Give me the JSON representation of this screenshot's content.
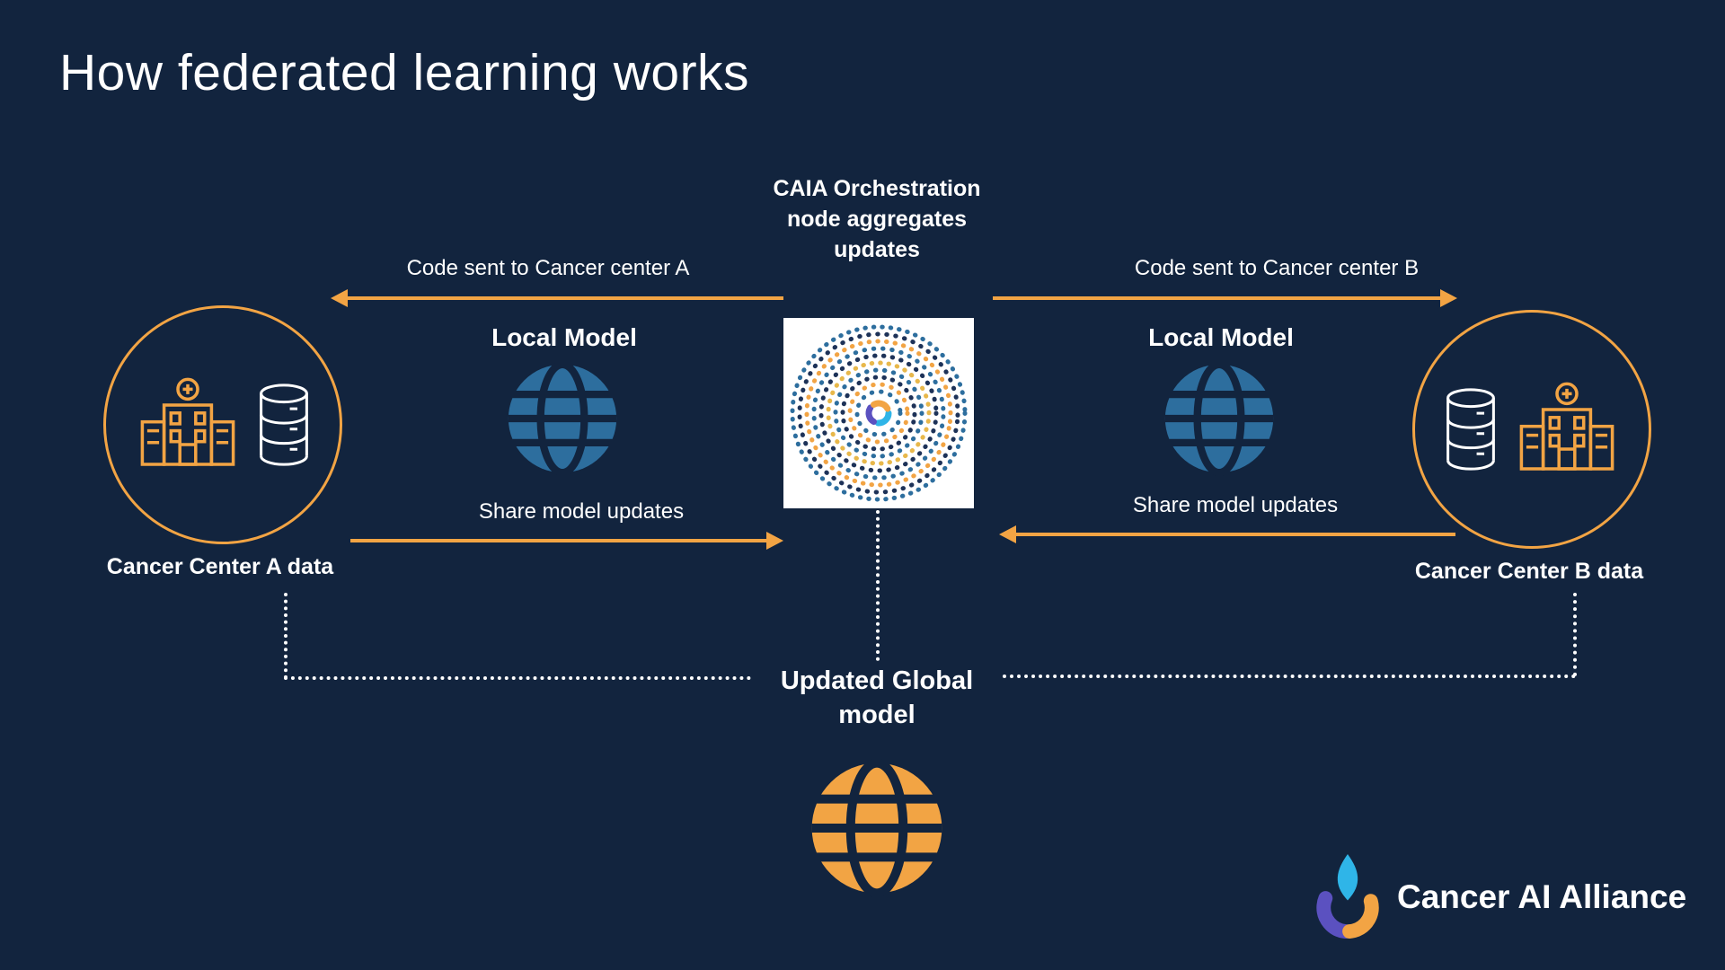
{
  "title": "How federated learning works",
  "orchestrator": {
    "heading": "CAIA Orchestration node aggregates updates",
    "updated_global_label": "Updated Global model"
  },
  "center_a": {
    "code_label": "Code sent to Cancer center A",
    "local_model_label": "Local Model",
    "share_label": "Share  model updates",
    "data_label": "Cancer Center A data"
  },
  "center_b": {
    "code_label": "Code sent to Cancer center B",
    "local_model_label": "Local Model",
    "share_label": "Share  model updates",
    "data_label": "Cancer Center B data"
  },
  "branding": {
    "name": "Cancer AI Alliance"
  },
  "icons": {
    "hospital": "hospital-building-icon",
    "database": "database-icon",
    "local_model": "globe-icon",
    "global_model": "globe-icon",
    "orchestration_node": "dotted-mandala-icon",
    "brand_mark": "caia-hands-logo-icon"
  },
  "colors": {
    "background": "#12243E",
    "accent_orange": "#F2A444",
    "globe_blue": "#2D6E9E",
    "text": "#FFFFFF",
    "logo_cyan": "#2FB5E8",
    "logo_purple": "#5B51C0"
  }
}
